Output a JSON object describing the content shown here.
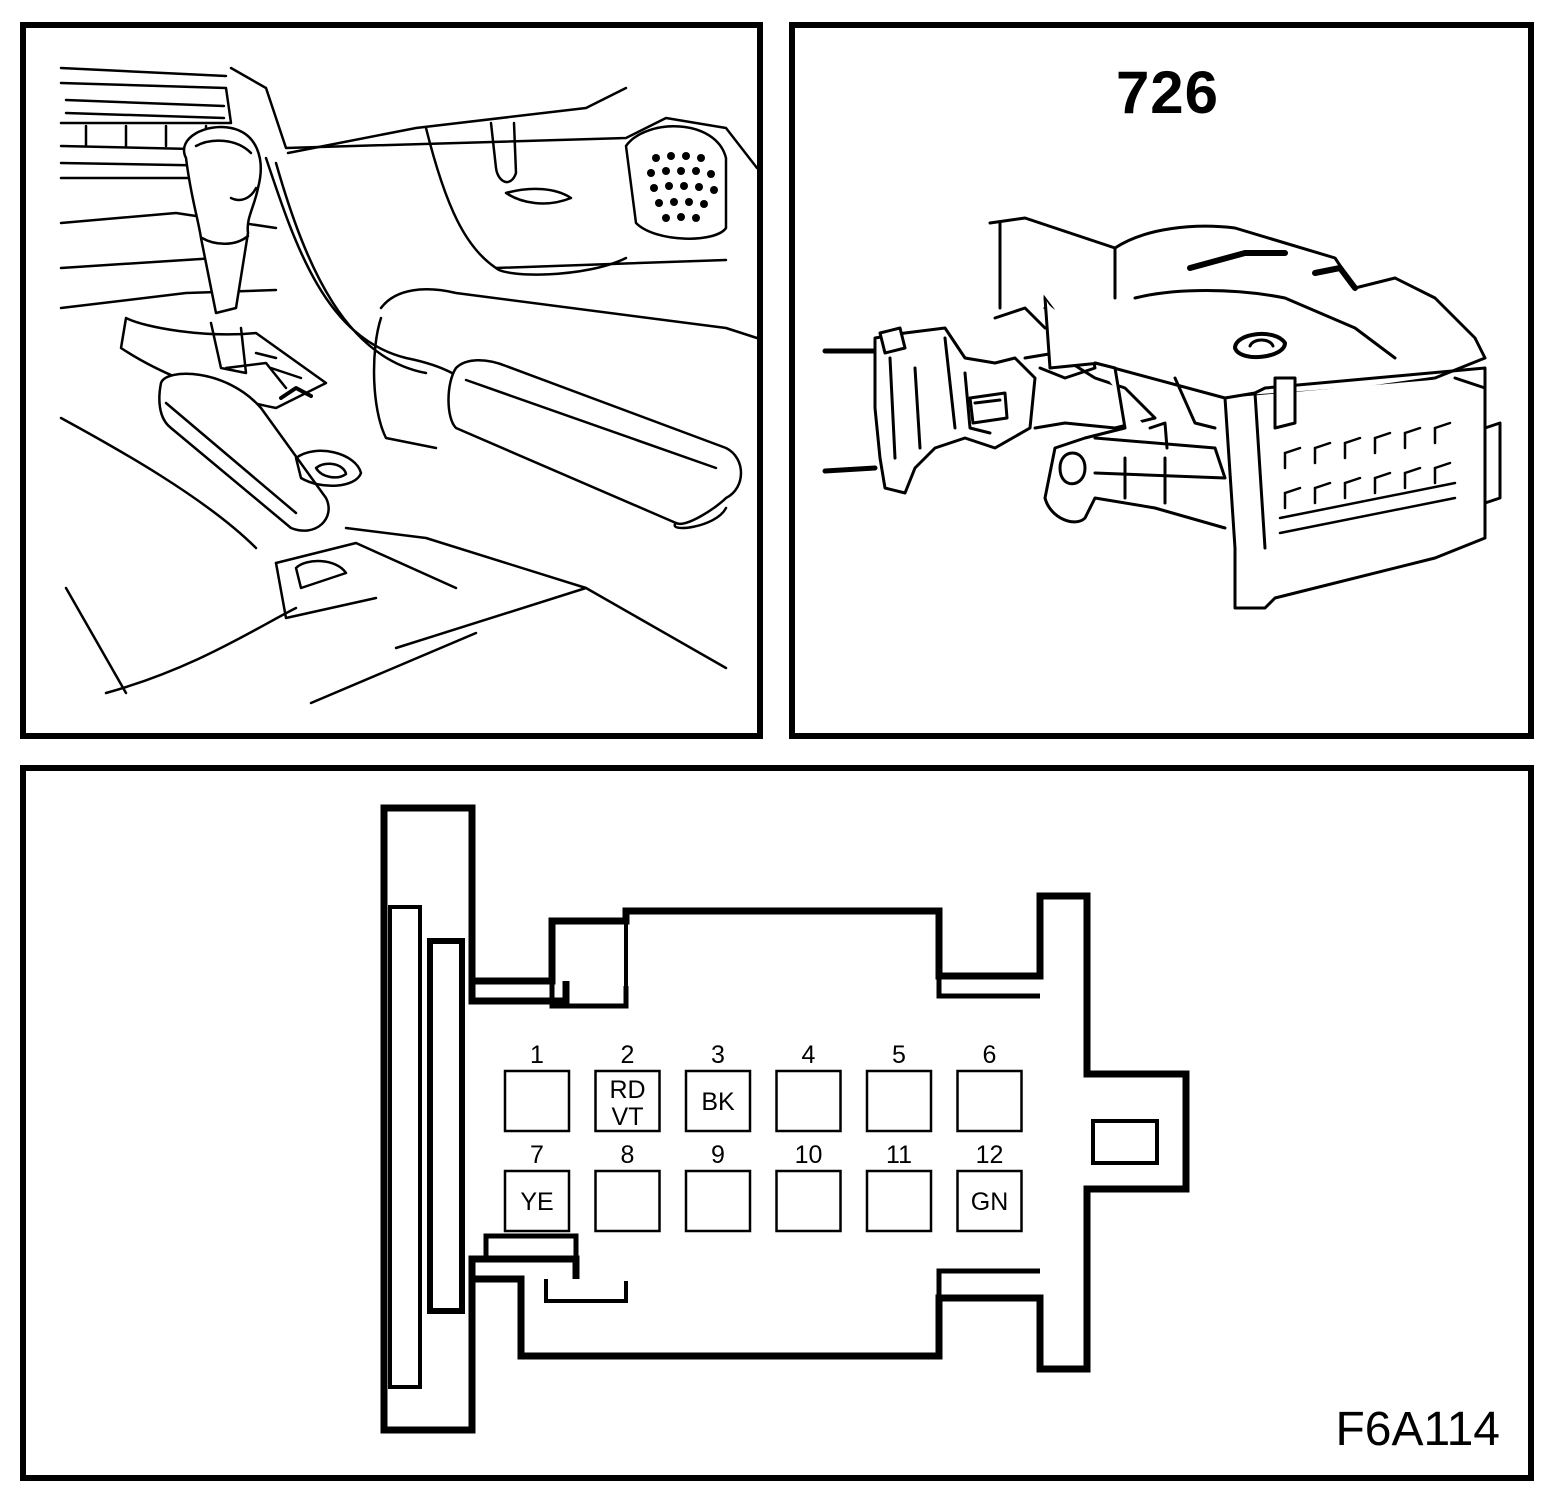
{
  "connector": {
    "number": "726",
    "figure_ref": "F6A114"
  },
  "pins": [
    {
      "num": "1",
      "color": []
    },
    {
      "num": "2",
      "color": [
        "RD",
        "VT"
      ]
    },
    {
      "num": "3",
      "color": [
        "BK"
      ]
    },
    {
      "num": "4",
      "color": []
    },
    {
      "num": "5",
      "color": []
    },
    {
      "num": "6",
      "color": []
    },
    {
      "num": "7",
      "color": [
        "YE"
      ]
    },
    {
      "num": "8",
      "color": []
    },
    {
      "num": "9",
      "color": []
    },
    {
      "num": "10",
      "color": []
    },
    {
      "num": "11",
      "color": []
    },
    {
      "num": "12",
      "color": [
        "GN"
      ]
    }
  ]
}
